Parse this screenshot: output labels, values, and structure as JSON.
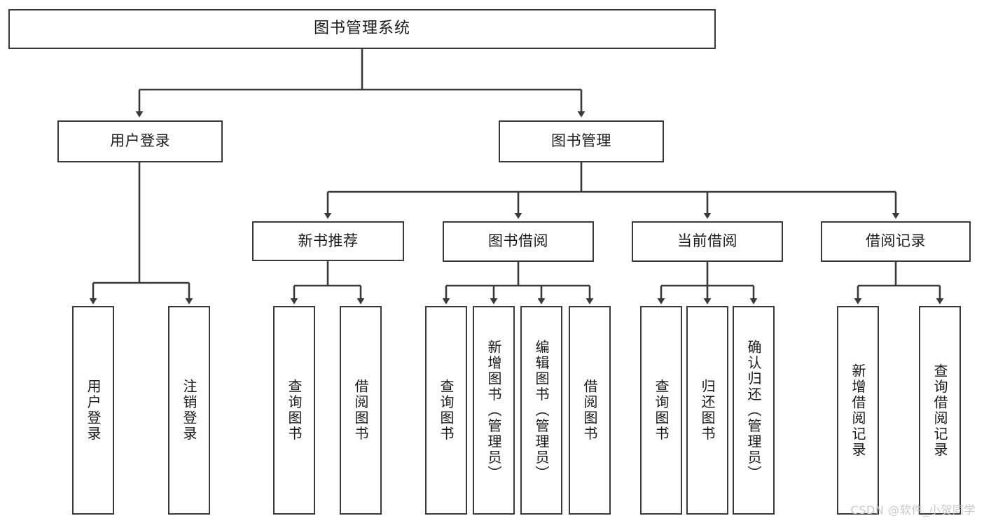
{
  "diagram": {
    "type": "tree-hierarchy",
    "title": "图书管理系统",
    "watermark": "CSDN @软件_小贺同学",
    "colors": {
      "stroke": "#3a3a3a",
      "fill": "#ffffff",
      "text": "#1a1a1a",
      "watermark": "#c9c9c9"
    },
    "nodes": {
      "root": {
        "label": "图书管理系统"
      },
      "level2": [
        {
          "id": "user-login",
          "label": "用户登录"
        },
        {
          "id": "book-manage",
          "label": "图书管理"
        }
      ],
      "level3": [
        {
          "id": "new-book-rec",
          "label": "新书推荐"
        },
        {
          "id": "book-borrow",
          "label": "图书借阅"
        },
        {
          "id": "current-borrow",
          "label": "当前借阅"
        },
        {
          "id": "borrow-record",
          "label": "借阅记录"
        }
      ],
      "leaves": {
        "user_login": [
          {
            "id": "leaf-user-login",
            "label": "用户登录"
          },
          {
            "id": "leaf-user-logout",
            "label": "注销登录"
          }
        ],
        "new_book_rec": [
          {
            "id": "leaf-query-book-1",
            "label": "查询图书"
          },
          {
            "id": "leaf-borrow-book-1",
            "label": "借阅图书"
          }
        ],
        "book_borrow": [
          {
            "id": "leaf-query-book-2",
            "label": "查询图书"
          },
          {
            "id": "leaf-add-book",
            "label": "新增图书（管理员）"
          },
          {
            "id": "leaf-edit-book",
            "label": "编辑图书（管理员）"
          },
          {
            "id": "leaf-borrow-book-2",
            "label": "借阅图书"
          }
        ],
        "current_borrow": [
          {
            "id": "leaf-query-book-3",
            "label": "查询图书"
          },
          {
            "id": "leaf-return-book",
            "label": "归还图书"
          },
          {
            "id": "leaf-confirm-return",
            "label": "确认归还（管理员）"
          }
        ],
        "borrow_record": [
          {
            "id": "leaf-add-record",
            "label": "新增借阅记录"
          },
          {
            "id": "leaf-query-record",
            "label": "查询借阅记录"
          }
        ]
      }
    }
  }
}
